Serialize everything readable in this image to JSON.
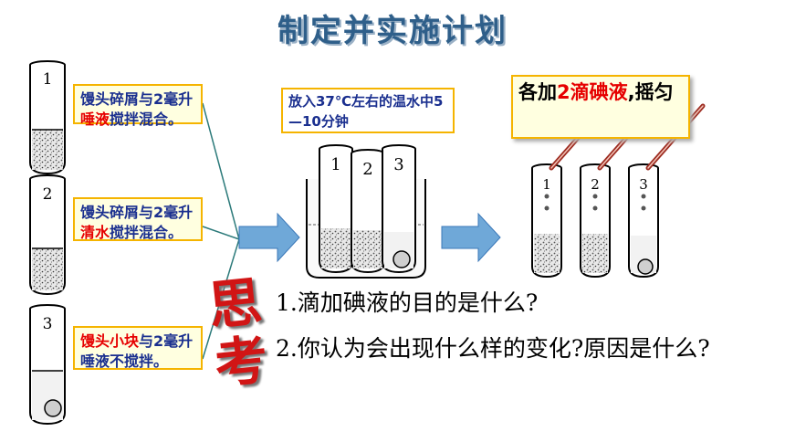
{
  "title": "制定并实施计划",
  "tubes_left": [
    {
      "number": "1",
      "note_before": "馒头碎屑与2毫升",
      "note_highlight": "唾液",
      "note_after": "搅拌混合。"
    },
    {
      "number": "2",
      "note_before": "馒头碎屑与2毫升",
      "note_highlight": "清水",
      "note_after": "搅拌混合。"
    },
    {
      "number": "3",
      "note_highlight_first": "馒头小块",
      "note_rest": "与2毫升唾液不搅拌。"
    }
  ],
  "bath_note": "放入37℃左右的温水中5—10分钟",
  "bath_tube_numbers": [
    "1",
    "2",
    "3"
  ],
  "iodine_note": {
    "before": "各加",
    "highlight": "2滴碘液",
    "after": ",摇匀"
  },
  "right_tube_numbers": [
    "1",
    "2",
    "3"
  ],
  "think_chars": [
    "思",
    "考"
  ],
  "questions": [
    "1.滴加碘液的目的是什么?",
    "2.你认为会出现什么样的变化?原因是什么?"
  ],
  "colors": {
    "title": "#2f5f8a",
    "note_border": "#f5b400",
    "highlight": "#e60000",
    "think": "#d11515",
    "arrow": "#6fa8d8"
  }
}
